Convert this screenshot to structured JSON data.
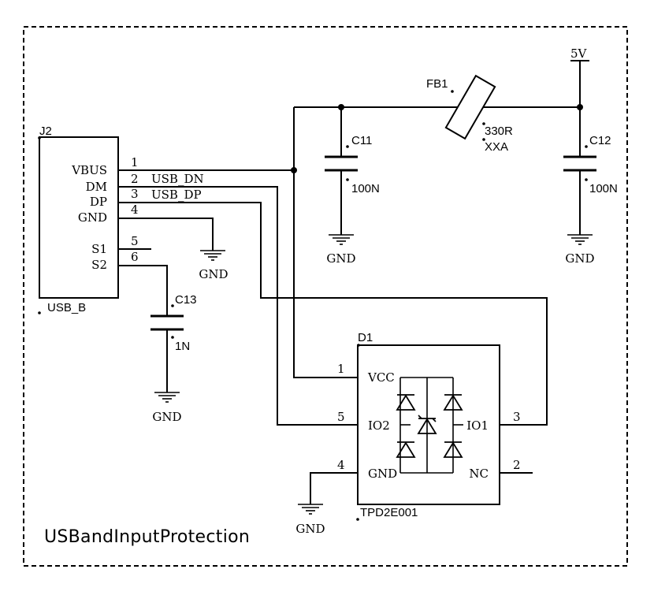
{
  "sheet": {
    "title": "USBandInputProtection"
  },
  "j2": {
    "ref": "J2",
    "value": "USB_B",
    "pins": [
      {
        "name": "VBUS",
        "num": "1"
      },
      {
        "name": "DM",
        "num": "2"
      },
      {
        "name": "DP",
        "num": "3"
      },
      {
        "name": "GND",
        "num": "4"
      },
      {
        "name": "S1",
        "num": "5"
      },
      {
        "name": "S2",
        "num": "6"
      }
    ]
  },
  "nets": {
    "dn": "USB_DN",
    "dp": "USB_DP",
    "gnd": "GND",
    "vcc": "5V"
  },
  "c11": {
    "ref": "C11",
    "value": "100N"
  },
  "c12": {
    "ref": "C12",
    "value": "100N"
  },
  "c13": {
    "ref": "C13",
    "value": "1N"
  },
  "fb1": {
    "ref": "FB1",
    "value": "330R",
    "value2": "XXA"
  },
  "d1": {
    "ref": "D1",
    "value": "TPD2E001",
    "pins": [
      {
        "name": "VCC",
        "num": "1"
      },
      {
        "name": "IO2",
        "num": "5"
      },
      {
        "name": "GND",
        "num": "4"
      },
      {
        "name": "IO1",
        "num": "3"
      },
      {
        "name": "NC",
        "num": "2"
      }
    ]
  }
}
